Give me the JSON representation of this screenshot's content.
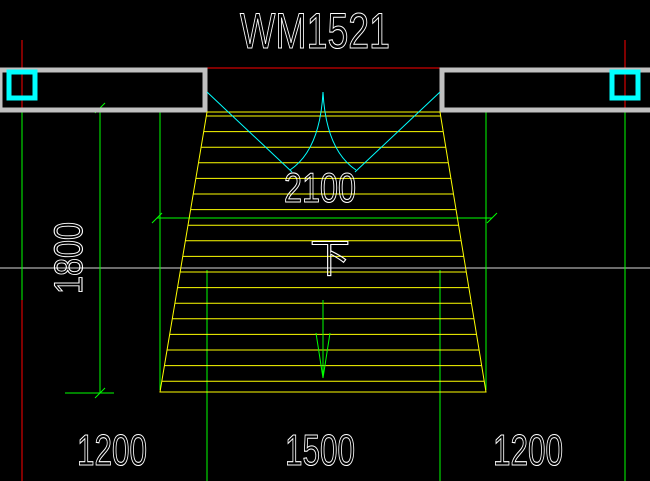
{
  "drawing": {
    "title": "WM1521",
    "width_dimension": "2100",
    "height_dimension": "1800",
    "direction_label": "下",
    "bottom_dimensions": [
      "1200",
      "1500",
      "1200"
    ]
  },
  "colors": {
    "background": "#000000",
    "wall": "#c0c0c0",
    "column": "#00ffff",
    "ramp_hatch": "#ffff00",
    "dimension": "#00ff00",
    "axis_red": "#ff0000",
    "arrow": "#00ff00",
    "text": "#ffffff"
  }
}
